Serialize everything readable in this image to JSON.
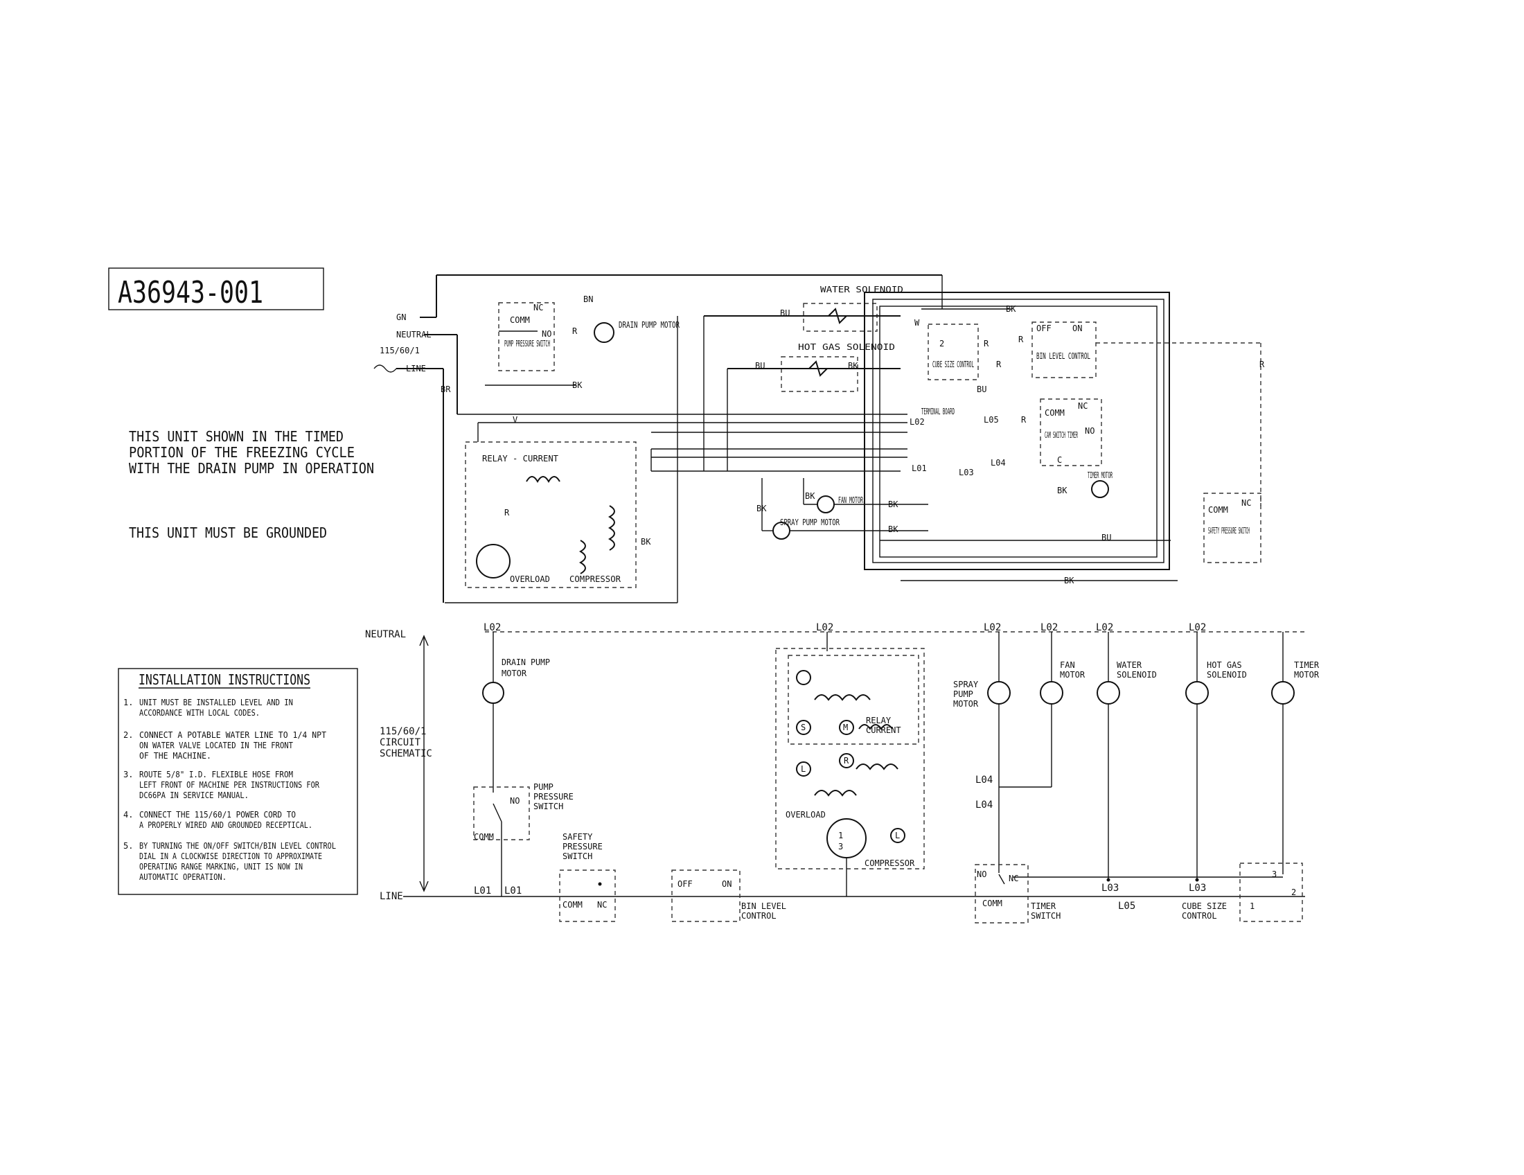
{
  "part_number": "A36943-001",
  "notes": {
    "shown_line1": "THIS UNIT SHOWN IN THE TIMED",
    "shown_line2": "PORTION OF THE FREEZING CYCLE",
    "shown_line3": "WITH THE DRAIN PUMP IN OPERATION",
    "grounded": "THIS UNIT MUST BE GROUNDED"
  },
  "installation": {
    "title": "INSTALLATION INSTRUCTIONS",
    "steps": [
      {
        "num": "1.",
        "lines": [
          "UNIT MUST BE INSTALLED LEVEL AND IN",
          "ACCORDANCE WITH LOCAL CODES."
        ]
      },
      {
        "num": "2.",
        "lines": [
          "CONNECT A POTABLE WATER LINE TO 1/4 NPT",
          "ON WATER VALVE LOCATED IN THE FRONT",
          "OF THE MACHINE."
        ]
      },
      {
        "num": "3.",
        "lines": [
          "ROUTE 5/8\" I.D. FLEXIBLE HOSE FROM",
          "LEFT FRONT OF MACHINE PER INSTRUCTIONS FOR",
          "DC66PA IN SERVICE MANUAL."
        ]
      },
      {
        "num": "4.",
        "lines": [
          "CONNECT THE 115/60/1 POWER CORD TO",
          "A PROPERLY WIRED AND GROUNDED RECEPTICAL."
        ]
      },
      {
        "num": "5.",
        "lines": [
          "BY TURNING THE ON/OFF SWITCH/BIN LEVEL CONTROL",
          "DIAL IN A CLOCKWISE DIRECTION TO APPROXIMATE",
          "OPERATING RANGE MARKING, UNIT IS NOW IN",
          "AUTOMATIC OPERATION."
        ]
      }
    ]
  },
  "wiring": {
    "supply": "115/60/1",
    "ground": "GN",
    "neutral": "NEUTRAL",
    "line": "LINE",
    "drain_pump_motor": "DRAIN PUMP MOTOR",
    "pump_pressure_switch": "PUMP PRESSURE SWITCH",
    "water_solenoid": "WATER SOLENOID",
    "hot_gas_solenoid": "HOT GAS SOLENOID",
    "cube_size_control": "CUBE SIZE CONTROL",
    "bin_level_control": "BIN LEVEL CONTROL",
    "terminal_board": "TERMINAL BOARD",
    "cam_switch_timer": "CAM SWITCH TIMER",
    "timer_motor": "TIMER MOTOR",
    "relay_current": "RELAY - CURRENT",
    "overload": "OVERLOAD",
    "compressor": "COMPRESSOR",
    "fan_motor": "FAN MOTOR",
    "spray_pump_motor": "SPRAY PUMP MOTOR",
    "safety_pressure_switch": "SAFETY PRESSURE SWITCH",
    "comm": "COMM",
    "nc": "NC",
    "no": "NO",
    "off": "OFF",
    "on": "ON",
    "wires": {
      "bk": "BK",
      "bu": "BU",
      "r": "R",
      "v": "V",
      "bn": "BN",
      "br": "BR",
      "w": "W"
    },
    "nodes": {
      "l01": "L01",
      "l02": "L02",
      "l03": "L03",
      "l04": "L04",
      "l05": "L05"
    }
  },
  "schematic": {
    "title_line1": "115/60/1",
    "title_line2": "CIRCUIT",
    "title_line3": "SCHEMATIC",
    "neutral": "NEUTRAL",
    "line": "LINE",
    "drain_pump_line1": "DRAIN PUMP",
    "drain_pump_line2": "MOTOR",
    "pump_pressure_line1": "PUMP",
    "pump_pressure_line2": "PRESSURE",
    "pump_pressure_line3": "SWITCH",
    "safety_line1": "SAFETY",
    "safety_line2": "PRESSURE",
    "safety_line3": "SWITCH",
    "bin_line1": "BIN LEVEL",
    "bin_line2": "CONTROL",
    "relay_line1": "RELAY",
    "relay_line2": "CURRENT",
    "overload": "OVERLOAD",
    "compressor": "COMPRESSOR",
    "spray_line1": "SPRAY",
    "spray_line2": "PUMP",
    "spray_line3": "MOTOR",
    "fan_line1": "FAN",
    "fan_line2": "MOTOR",
    "water_line1": "WATER",
    "water_line2": "SOLENOID",
    "hotgas_line1": "HOT GAS",
    "hotgas_line2": "SOLENOID",
    "timer_line1": "TIMER",
    "timer_line2": "MOTOR",
    "timer_switch_line1": "TIMER",
    "timer_switch_line2": "SWITCH",
    "cube_line1": "CUBE SIZE",
    "cube_line2": "CONTROL",
    "comm": "COMM",
    "nc": "NC",
    "no": "NO",
    "off": "OFF",
    "on": "ON",
    "term_1": "1",
    "term_2": "2",
    "term_3": "3",
    "term_c": "C",
    "term_r": "R",
    "term_s": "S",
    "term_m": "M",
    "term_l": "L",
    "l01": "L01",
    "l02": "L02",
    "l03": "L03",
    "l04": "L04",
    "l05": "L05"
  }
}
